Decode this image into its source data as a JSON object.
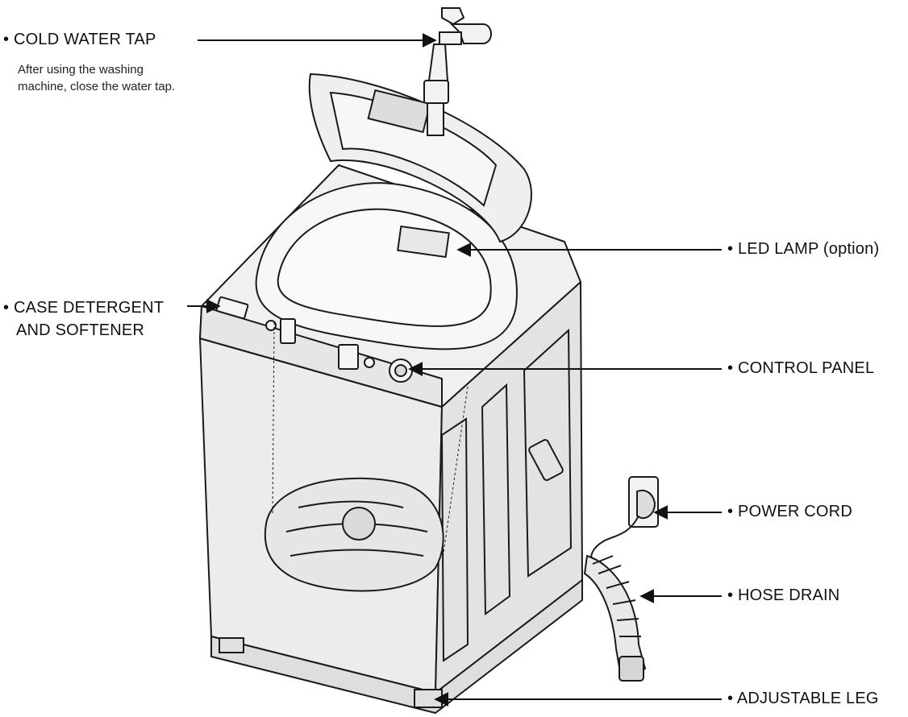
{
  "labels": {
    "cold_water_tap": "COLD WATER TAP",
    "cold_water_tap_note_line1": "After using the washing",
    "cold_water_tap_note_line2": "machine, close the water tap.",
    "led_lamp": "LED LAMP (option)",
    "case_detergent_line1": "CASE DETERGENT",
    "case_detergent_line2": "AND SOFTENER",
    "control_panel": "CONTROL PANEL",
    "power_cord": "POWER CORD",
    "hose_drain": "HOSE DRAIN",
    "adjustable_leg": "ADJUSTABLE LEG",
    "bullet": "•"
  },
  "colors": {
    "line": "#1a1a1a",
    "body_shade": "#e9e9e9",
    "background": "#ffffff"
  }
}
